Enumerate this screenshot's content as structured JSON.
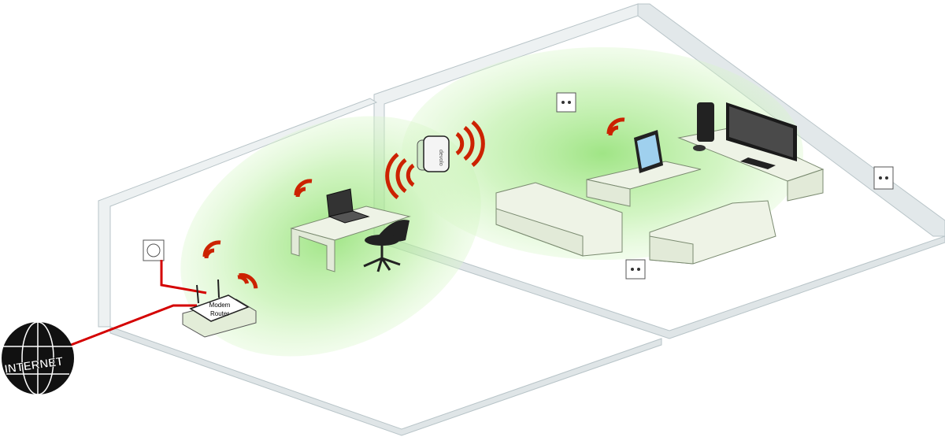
{
  "internet_label": "INTERNET",
  "router_label_line1": "Modem",
  "router_label_line2": "Router",
  "repeater_brand": "devolo",
  "colors": {
    "signal": "#cc2200",
    "cable": "#d40000",
    "coverage": "#b8f0a0",
    "wall": "#e9eef0",
    "wall_edge": "#b8c4c8",
    "globe": "#111111"
  },
  "icons": [
    "globe-icon",
    "router-icon",
    "wifi-repeater-icon",
    "laptop-icon",
    "tablet-icon",
    "tv-icon",
    "game-console-icon",
    "power-socket-icon",
    "wifi-signal-icon",
    "sofa-icon",
    "desk-icon",
    "chair-icon"
  ]
}
